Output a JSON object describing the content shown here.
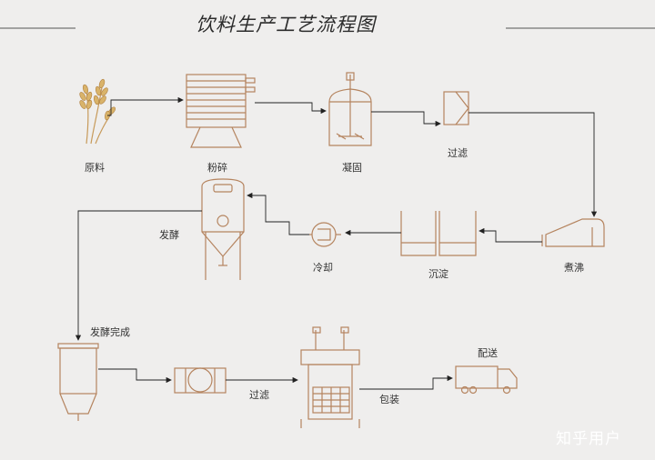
{
  "title": "饮料生产工艺流程图",
  "steps": {
    "raw_material": "原料",
    "crushing": "粉碎",
    "coagulation": "凝固",
    "filtering_1": "过滤",
    "boiling": "煮沸",
    "sedimentation": "沉淀",
    "cooling": "冷却",
    "fermentation": "发酵",
    "fermentation_done": "发酵完成",
    "filtering_2": "过滤",
    "packaging": "包装",
    "delivery": "配送"
  },
  "watermark": "知乎用户",
  "colors": {
    "equipment": "#b5845f",
    "arrow": "#222222",
    "background": "#efeeed"
  }
}
